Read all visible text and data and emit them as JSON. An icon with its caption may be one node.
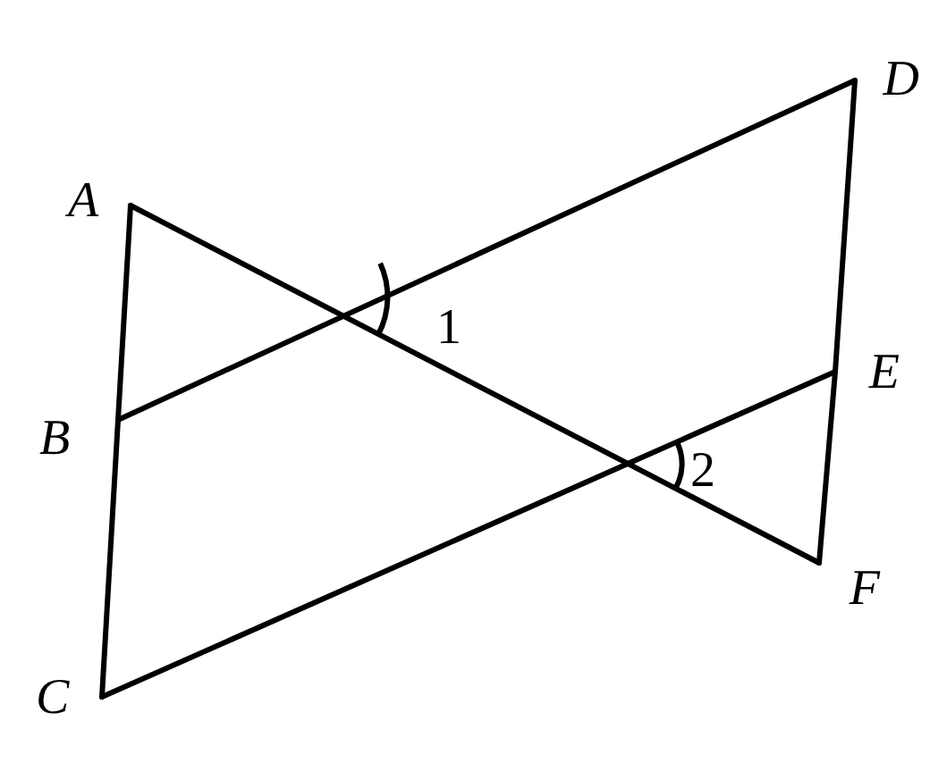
{
  "diagram": {
    "nodes": [
      {
        "text": [
          "A"
        ]
      },
      {
        "text": [
          "B"
        ]
      },
      {
        "text": [
          "C"
        ]
      },
      {
        "text": [
          "D"
        ]
      },
      {
        "text": [
          "E"
        ]
      },
      {
        "text": [
          "F"
        ]
      }
    ],
    "edges": [
      {
        "from": 0,
        "to": 1,
        "arrow": "none"
      },
      {
        "from": 1,
        "to": 2,
        "arrow": "none"
      },
      {
        "from": 1,
        "to": 3,
        "arrow": "none"
      },
      {
        "from": 2,
        "to": 4,
        "arrow": "none"
      },
      {
        "from": 3,
        "to": 4,
        "arrow": "none"
      },
      {
        "from": 4,
        "to": 5,
        "arrow": "none"
      },
      {
        "from": 0,
        "to": 5,
        "arrow": "none"
      }
    ],
    "labels": [
      "1",
      "2"
    ]
  }
}
